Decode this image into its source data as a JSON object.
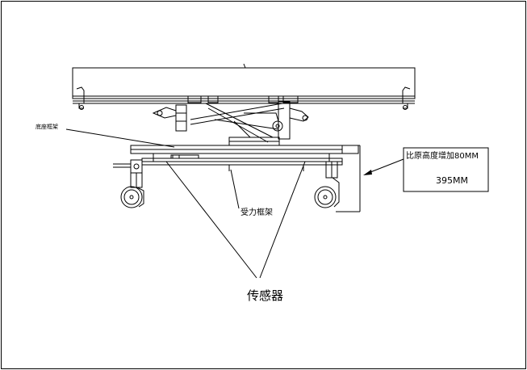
{
  "labels": {
    "base_frame": "底座框架",
    "stress_frame": "受力框架",
    "sensor": "传感器",
    "height_increase": "比原高度增加80MM",
    "total_height": "395MM"
  },
  "colors": {
    "line": "#000000",
    "background": "#ffffff"
  }
}
